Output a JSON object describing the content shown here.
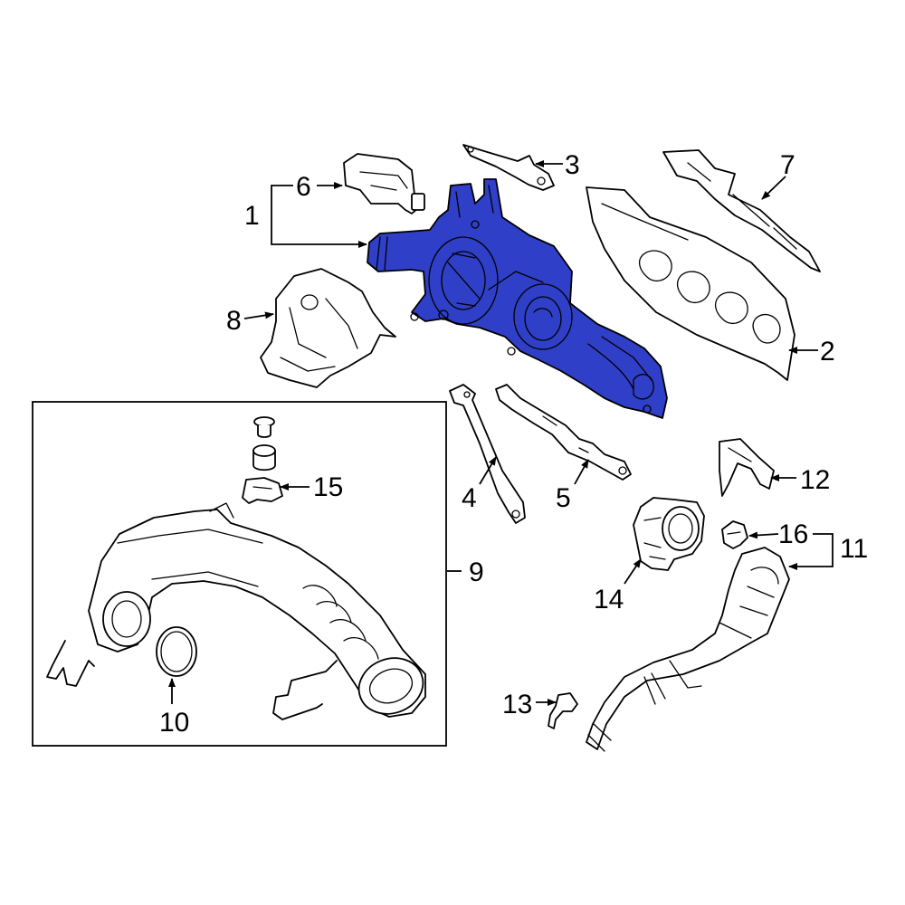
{
  "colors": {
    "highlight": "#2f3fc8",
    "line": "#000000",
    "background": "#ffffff"
  },
  "callouts": {
    "c1": "1",
    "c2": "2",
    "c3": "3",
    "c4": "4",
    "c5": "5",
    "c6": "6",
    "c7": "7",
    "c8": "8",
    "c9": "9",
    "c10": "10",
    "c11": "11",
    "c12": "12",
    "c13": "13",
    "c14": "14",
    "c15": "15",
    "c16": "16"
  }
}
